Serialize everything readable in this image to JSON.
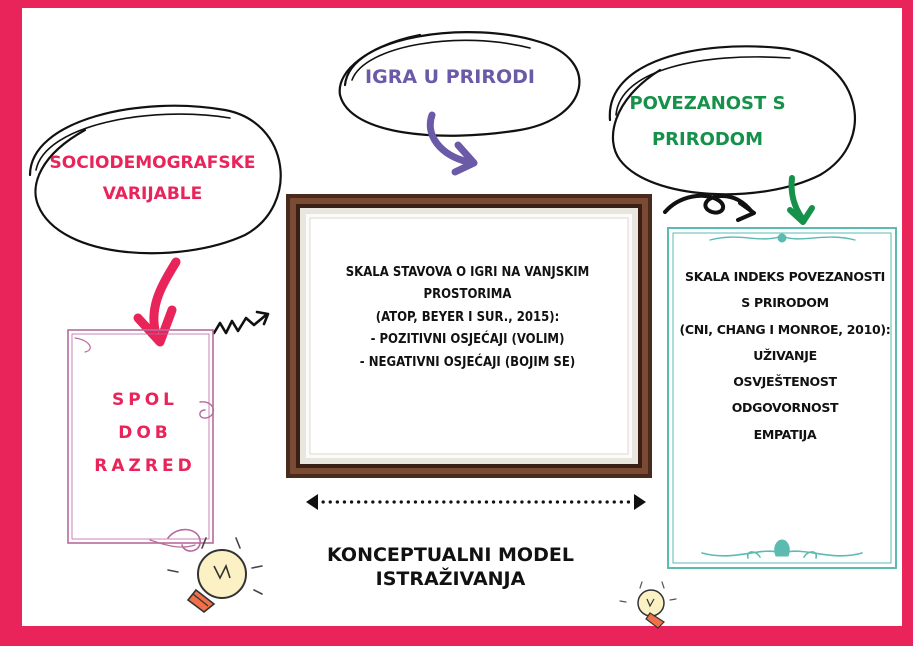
{
  "diagram": {
    "socio_title_lines": [
      "SOCIODEMOGRAFSKE",
      "VARIJABLE"
    ],
    "igra_title": "IGRA U PRIRODI",
    "povezanost_title_lines": [
      "POVEZANOST S",
      "PRIRODOM"
    ],
    "socio_items": [
      "SPOL",
      "DOB",
      "RAZRED"
    ],
    "atop_box_lines": [
      "SKALA STAVOVA O IGRI NA VANJSKIM",
      "PROSTORIMA",
      "(ATOP, BEYER I SUR., 2015):",
      "- POZITIVNI OSJEĆAJI (VOLIM)",
      "- NEGATIVNI OSJEĆAJI (BOJIM SE)"
    ],
    "cni_box_lines": [
      "SKALA INDEKS POVEZANOSTI",
      "S PRIRODOM",
      "(CNI, CHANG I MONROE, 2010):",
      "UŽIVANJE",
      "OSVJEŠTENOST",
      "ODGOVORNOST",
      "EMPATIJA"
    ],
    "model_title_lines": [
      "KONCEPTUALNI MODEL",
      "ISTRAŽIVANJA"
    ]
  },
  "colors": {
    "background_accent": "#e8245a",
    "socio": "#e8245a",
    "igra": "#6a5aa8",
    "povezanost": "#15914a",
    "cni_frame": "#5bbbb0",
    "atop_frame": "#4a2a1c",
    "spol_frame": "#b86a9c"
  },
  "icons": [
    "lightbulb-icon",
    "lightbulb-small-icon",
    "swirl-arrow-icon",
    "double-headed-arrow-icon"
  ]
}
